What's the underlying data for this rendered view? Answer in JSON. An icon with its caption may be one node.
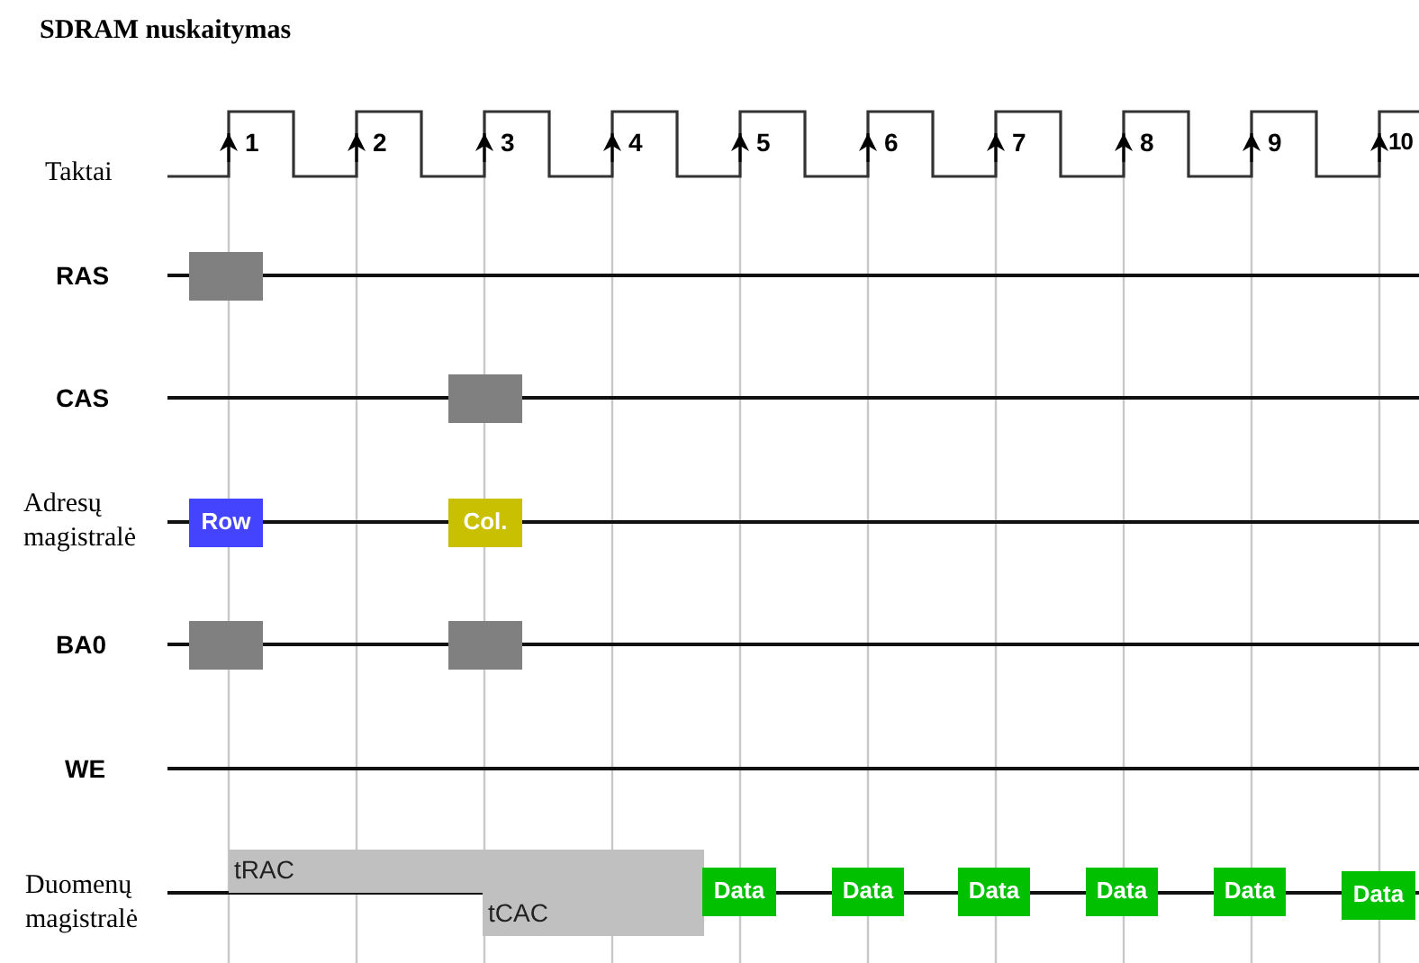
{
  "diagram": {
    "title": "SDRAM nuskaitymas",
    "nodes": [
      {
        "text": [],
        "shape": "box"
      },
      {
        "text": [],
        "shape": "box"
      },
      {
        "text": [
          "Row"
        ]
      },
      {
        "text": [
          "Col."
        ]
      },
      {
        "text": [],
        "shape": "box"
      },
      {
        "text": [],
        "shape": "box"
      },
      {
        "text": [
          "tRAC"
        ]
      },
      {
        "text": [
          "tCAC"
        ]
      },
      {
        "text": [
          "Data"
        ]
      },
      {
        "text": [
          "Data"
        ]
      },
      {
        "text": [
          "Data"
        ]
      },
      {
        "text": [
          "Data"
        ]
      },
      {
        "text": [
          "Data"
        ]
      },
      {
        "text": [
          "Data"
        ]
      }
    ],
    "labels": [
      "1",
      "2",
      "3",
      "4",
      "5",
      "6",
      "7",
      "8",
      "9",
      "10",
      "Taktai",
      "RAS",
      "CAS",
      "Adresų magistralė",
      "BA0",
      "WE",
      "Duomenų magistralė"
    ]
  }
}
